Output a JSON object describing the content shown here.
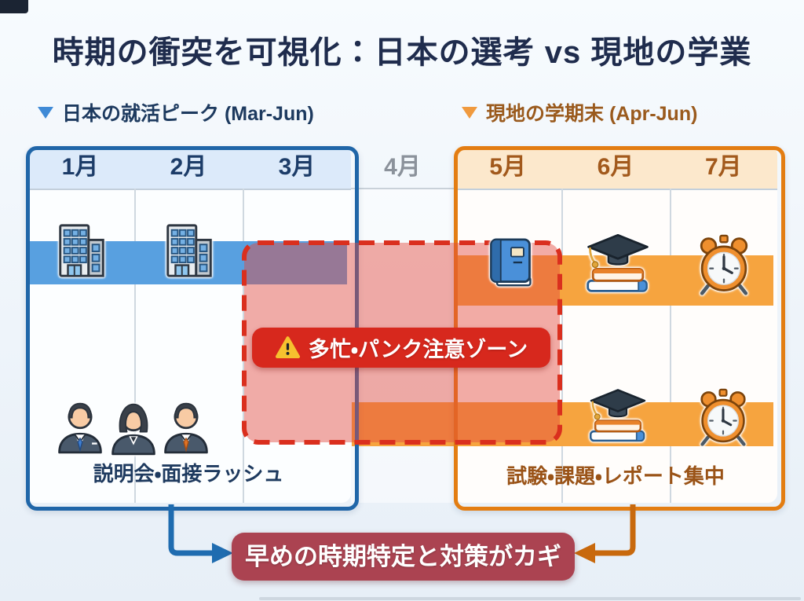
{
  "title": "時期の衝突を可視化：日本の選考 vs 現地の学業",
  "legend": {
    "japan": "日本の就活ピーク (Mar-Jun)",
    "local": "現地の学期末 (Apr-Jun)"
  },
  "timeline": {
    "japan_months": [
      "1月",
      "2月",
      "3月"
    ],
    "gap_month": "4月",
    "local_months": [
      "5月",
      "6月",
      "7月"
    ]
  },
  "japan_caption": "説明会・面接ラッシュ",
  "local_caption": "試験・課題・レポート集中",
  "warning_label": "多忙・パンク注意ゾーン",
  "conclusion_label": "早めの時期特定と対策がカギ",
  "icons": {
    "legend_japan": "down-triangle-icon",
    "legend_local": "down-triangle-icon",
    "japan_activity": "office-building-icon",
    "japan_people": "business-people-icon",
    "local_book": "textbook-icon",
    "local_exam": "graduation-cap-books-icon",
    "local_deadline": "alarm-clock-icon",
    "warning": "warning-triangle-icon"
  },
  "colors": {
    "title_navy": "#1f2c4d",
    "japan_border_blue": "#2066a8",
    "japan_band_blue": "#58a0e0",
    "japan_header_bg": "#dceafa",
    "local_border_orange": "#e37d12",
    "local_band_orange": "#f6a43f",
    "local_header_bg": "#fce8cc",
    "warning_red": "#d7281d",
    "zone_border_red": "#da2f1e",
    "conclusion_maroon": "#ab4351",
    "legend_japan_triangle": "#3f8ad6",
    "legend_local_triangle": "#f09a3e"
  }
}
